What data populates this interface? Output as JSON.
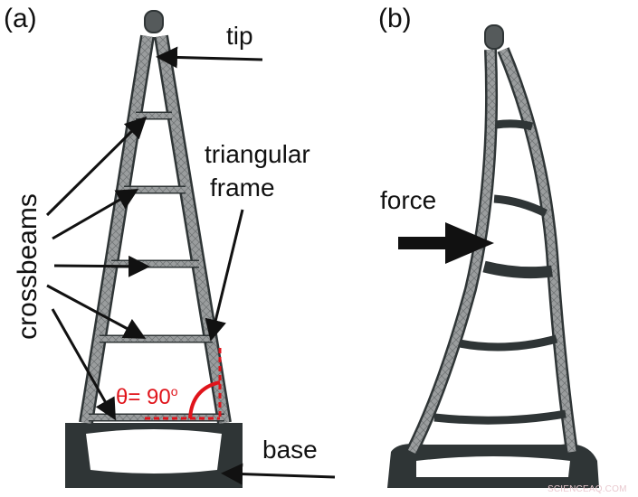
{
  "panels": {
    "a": {
      "label": "(a)",
      "tip": "tip",
      "frame_line1": "triangular",
      "frame_line2": "frame",
      "crossbeams": "crossbeams",
      "angle_symbol": "θ= 90",
      "angle_degree": "o",
      "base": "base"
    },
    "b": {
      "label": "(b)",
      "force": "force"
    }
  },
  "colors": {
    "annotation": "#e0141b",
    "structure_fill": "#8a8d8e",
    "structure_dark": "#2f3536"
  },
  "watermark": "SCIENCEAQ.COM"
}
